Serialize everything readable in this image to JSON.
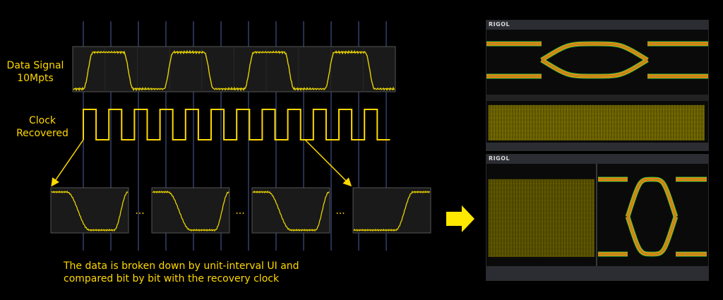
{
  "labels": {
    "data_signal": [
      "Data Signal",
      "10Mpts"
    ],
    "clock": [
      "Clock",
      "Recovered"
    ],
    "ellipsis": "...",
    "caption": [
      "The data is broken down by unit-interval UI and",
      "compared bit by bit with the recovery clock"
    ],
    "brand": "RIGOL"
  },
  "colors": {
    "accent": "#ffd800",
    "background": "#000000",
    "grid": "#3f4f86",
    "eye_hot": "#ff2a10",
    "eye_mid": "#ffb400",
    "eye_cool": "#2fb84a"
  },
  "icons": [
    "arrow-right-icon"
  ]
}
